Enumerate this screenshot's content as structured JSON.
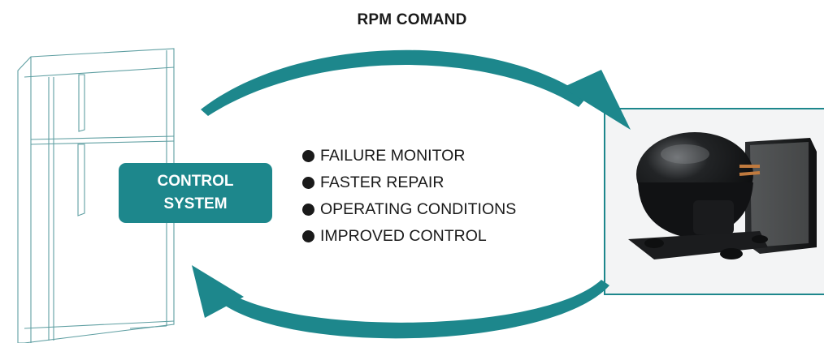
{
  "header": {
    "label": "RPM COMAND"
  },
  "control_system": {
    "line1": "CONTROL",
    "line2": "SYSTEM"
  },
  "features": [
    "FAILURE MONITOR",
    "FASTER REPAIR",
    "OPERATING CONDITIONS",
    "IMPROVED CONTROL"
  ],
  "colors": {
    "accent": "#1d878c",
    "outline": "#5a9c9f",
    "text": "#1a1a1a"
  }
}
